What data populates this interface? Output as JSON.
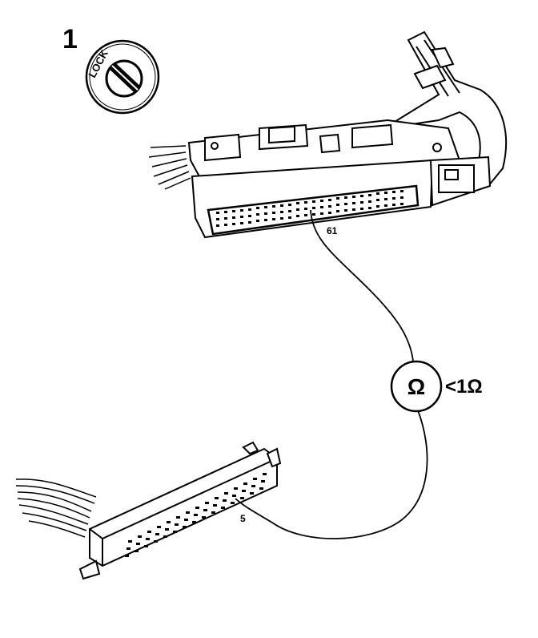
{
  "step_number": "1",
  "lock_label": "LOCK",
  "pin_ecu": "61",
  "pin_connector": "5",
  "meter_symbol": "Ω",
  "resistance_spec": "<1Ω",
  "colors": {
    "ink": "#000000",
    "paper": "#ffffff"
  },
  "icons": [
    "ignition-lock-icon",
    "ohmmeter-icon"
  ]
}
